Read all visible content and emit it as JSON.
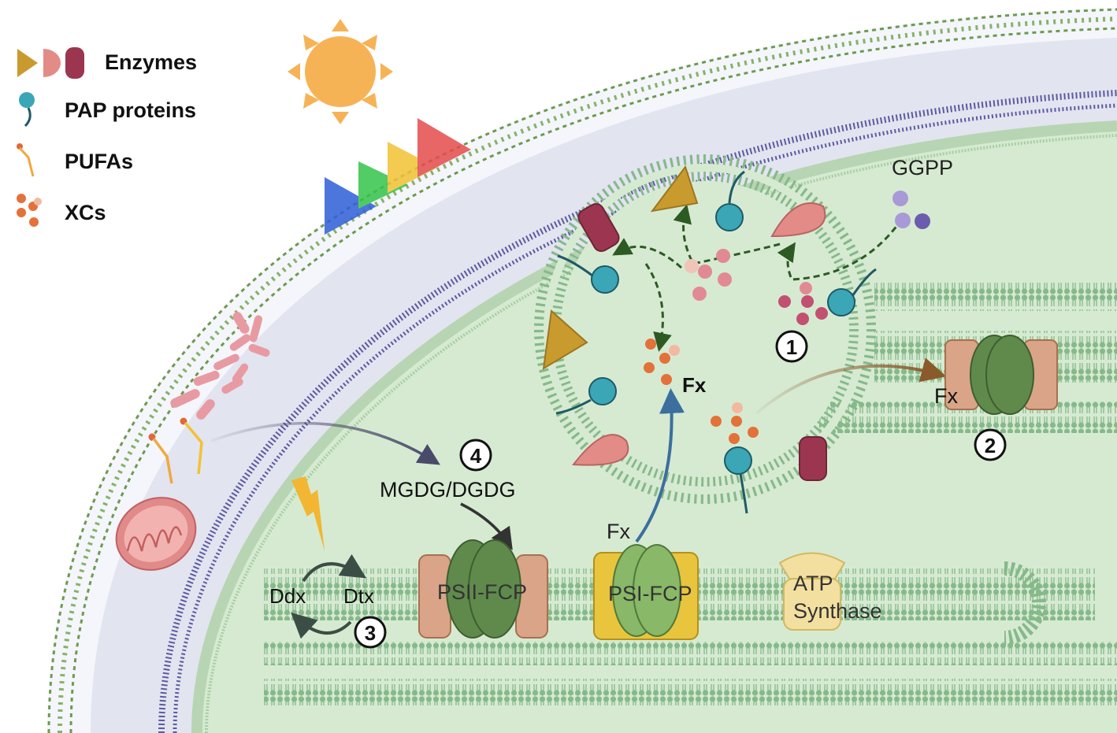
{
  "legend": {
    "enzymes": "Enzymes",
    "pap_proteins": "PAP proteins",
    "pufas": "PUFAs",
    "xcs": "XCs"
  },
  "labels": {
    "ggpp": "GGPP",
    "fx_center": "Fx",
    "fx_complex": "Fx",
    "fx_psi": "Fx",
    "mgdg_dgdg": "MGDG/DGDG",
    "ddx": "Ddx",
    "dtx": "Dtx",
    "psii_fcp": "PSII-FCP",
    "psi_fcp": "PSI-FCP",
    "atp_line1": "ATP",
    "atp_line2": "Synthase"
  },
  "steps": {
    "step1": "1",
    "step2": "2",
    "step3": "3",
    "step4": "4"
  },
  "colors": {
    "lipid_green": "#86b98a",
    "stroma": "#d6ead2",
    "envelope_space": "#e2e4f0",
    "outer_membrane": "#6d9a4f",
    "inner_stripe": "#5c5aa0",
    "sun": "#f6b356",
    "enzyme_triangle": "#c99a2e",
    "enzyme_half": "#e38b86",
    "enzyme_capsule": "#9c3650",
    "pap_protein": "#3aa6b6",
    "xc_orange": "#e3723a",
    "xc_pink": "#e28a94",
    "ggpp_purple": "#a89ad6",
    "psii_green": "#5f8a4c",
    "psi_green": "#88b868",
    "psi_yellow": "#e8c53c",
    "fcp_tan": "#d9a487",
    "atp_yellow": "#f3dfa0",
    "mito_red": "#e08a8a",
    "pufa_orange": "#f0a840",
    "arrow_dark_green": "#2d5a23",
    "arrow_blue": "#3c6e9e",
    "arrow_brown": "#8a5a2b"
  }
}
